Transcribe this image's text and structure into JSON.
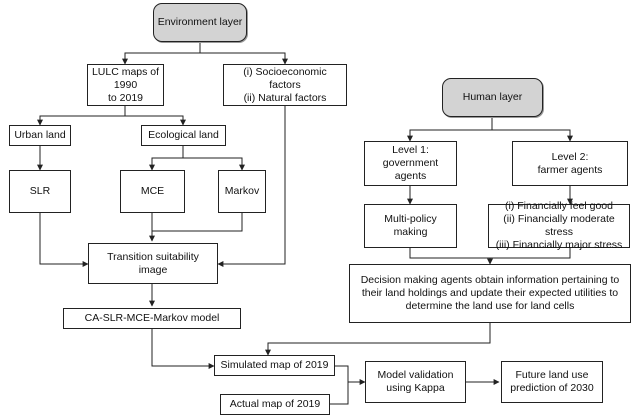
{
  "nodes": {
    "environment_layer": "Environment layer",
    "lulc_maps": [
      "LULC maps of 1990",
      "to 2019"
    ],
    "factors": [
      "(i) Socioeconomic factors",
      "(ii) Natural factors"
    ],
    "urban_land": "Urban land",
    "ecological_land": "Ecological land",
    "slr": "SLR",
    "mce": "MCE",
    "markov": "Markov",
    "transition_suitability": "Transition suitability image",
    "ca_model": "CA-SLR-MCE-Markov model",
    "simulated_map": "Simulated map of 2019",
    "actual_map": "Actual map of 2019",
    "model_validation": [
      "Model validation",
      "using Kappa"
    ],
    "future_prediction": [
      "Future land use",
      "prediction of 2030"
    ],
    "human_layer": "Human layer",
    "level1": [
      "Level 1:",
      "government agents"
    ],
    "level2": [
      "Level 2:",
      "farmer agents"
    ],
    "multi_policy": "Multi-policy making",
    "financial_states": [
      "(i) Financially feel good",
      "(ii) Financially moderate stress",
      "(iii) Financially major stress"
    ],
    "decision_making": [
      "Decision making agents obtain information pertaining to",
      "their land holdings and update their expected utilities to",
      "determine the land use for land cells"
    ]
  },
  "colors": {
    "layer_fill": "#d3d3d3",
    "line": "#222222"
  }
}
